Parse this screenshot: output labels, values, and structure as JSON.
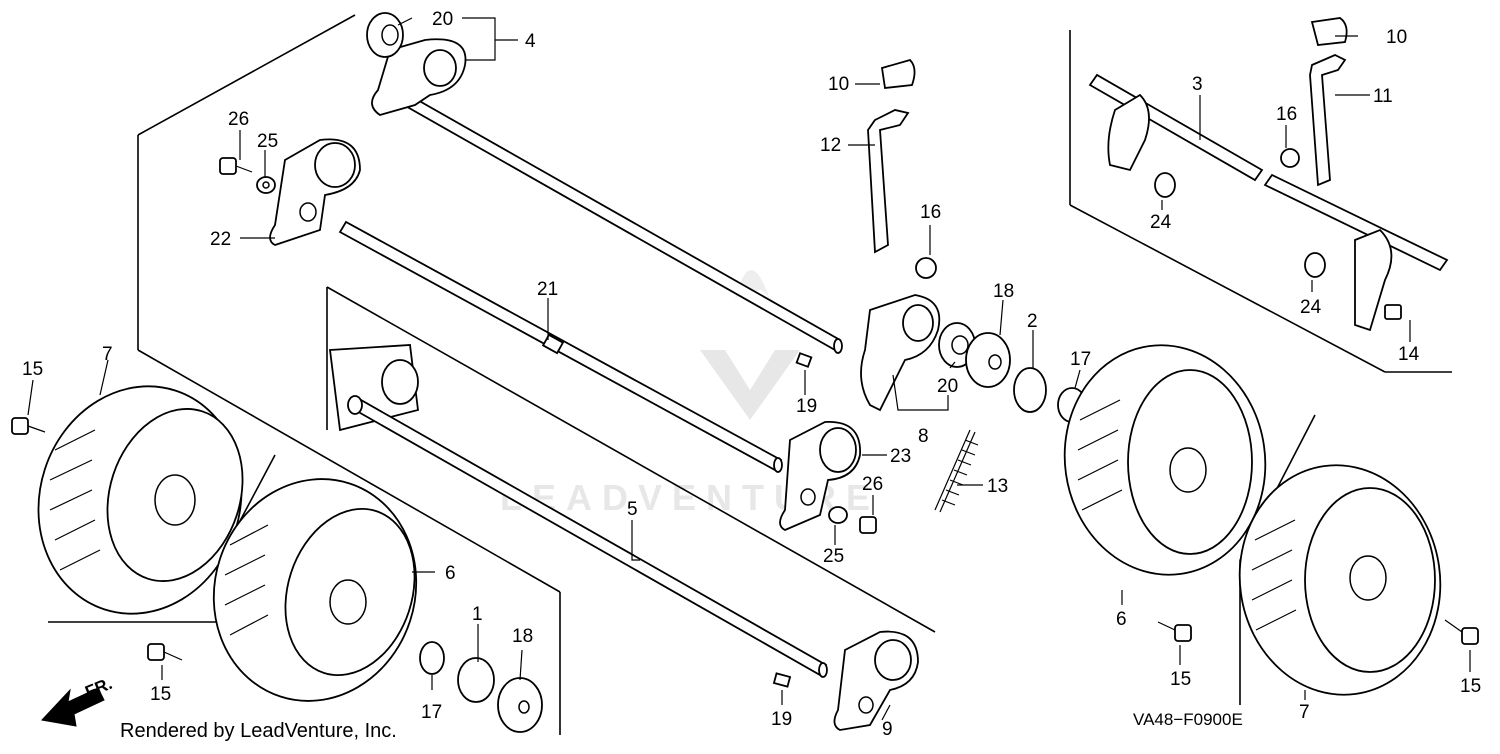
{
  "diagram": {
    "callouts": [
      "20",
      "4",
      "26",
      "25",
      "22",
      "10",
      "12",
      "16",
      "3",
      "11",
      "16",
      "24",
      "24",
      "14",
      "21",
      "18",
      "2",
      "17",
      "20",
      "8",
      "19",
      "23",
      "13",
      "26",
      "25",
      "15",
      "7",
      "6",
      "5",
      "1",
      "18",
      "17",
      "15",
      "19",
      "9",
      "10",
      "6",
      "15",
      "7",
      "15"
    ],
    "footer_credit": "Rendered by LeadVenture, Inc.",
    "diagram_code": "VA48−F0900E",
    "front_arrow_label": "FR.",
    "watermark": "LEADVENTURE"
  }
}
